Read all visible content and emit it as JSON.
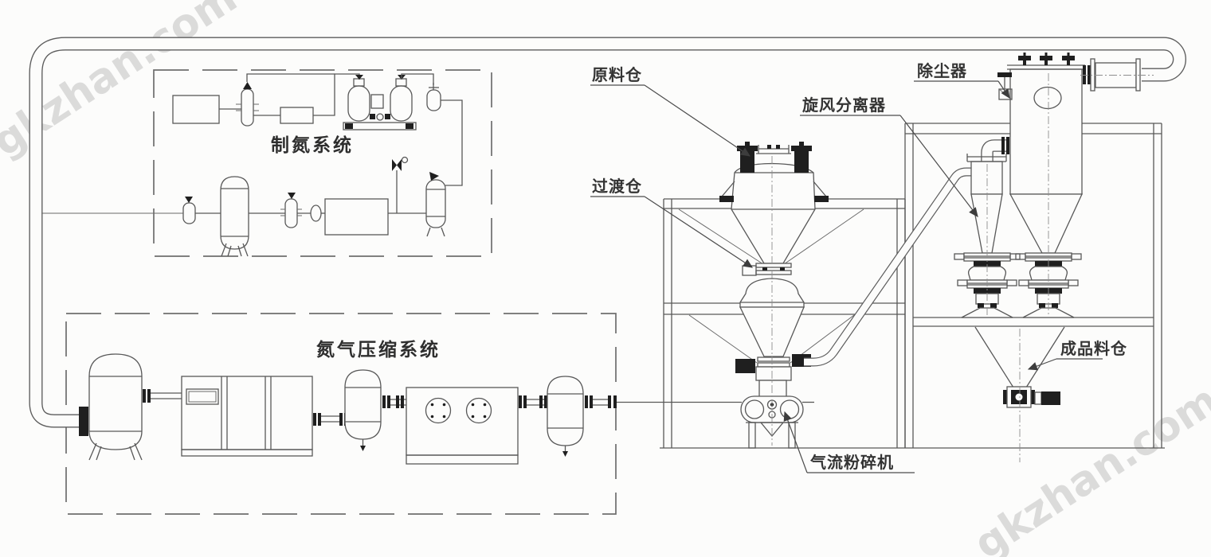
{
  "diagram": {
    "title_hint": "jet mill nitrogen protection grinding system flow diagram",
    "watermark": "gkzhan.com",
    "systems": {
      "nitrogen_generation": {
        "label": "制氮系统"
      },
      "nitrogen_compression": {
        "label": "氮气压缩系统"
      }
    },
    "callouts": {
      "raw_material_bin": "原料仓",
      "transition_bin": "过渡仓",
      "cyclone_separator": "旋风分离器",
      "dust_collector": "除尘器",
      "finished_product_bin": "成品料仓",
      "jet_mill": "气流粉碎机"
    },
    "colors": {
      "background": "#fcfcfb",
      "line": "#585858",
      "dark_fill": "#1f1f1f",
      "dashed_box": "#6e6e6e",
      "watermark": "#d3d3d3",
      "label_text": "#343434"
    }
  }
}
